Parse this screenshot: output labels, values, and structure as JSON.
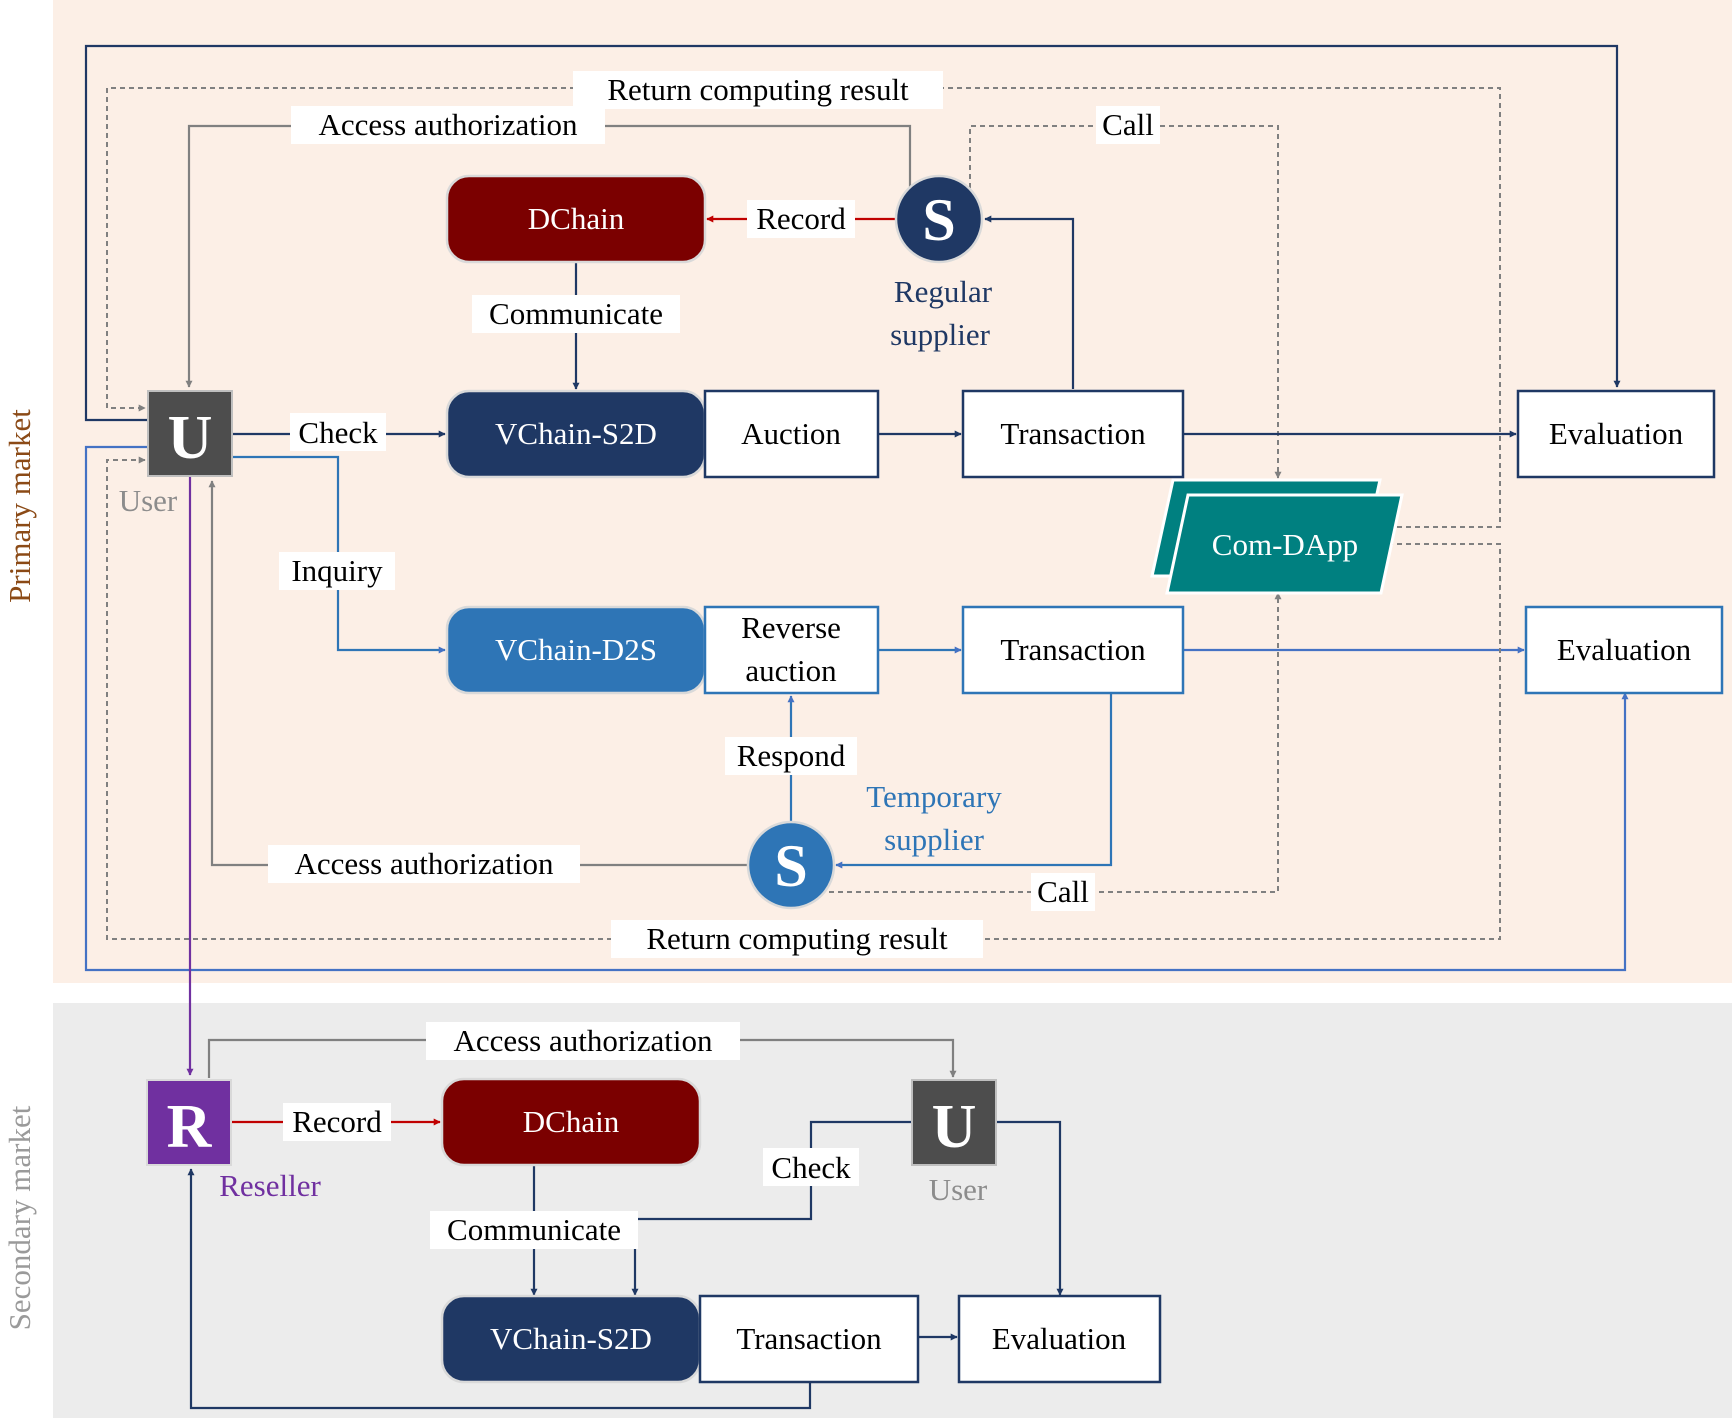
{
  "sections": {
    "primary": {
      "label": "Primary market",
      "bg": "#fcefe6",
      "label_color": "#8b4a16"
    },
    "secondary": {
      "label": "Secondary market",
      "bg": "#ececec",
      "label_color": "#9a9a9a"
    }
  },
  "colors": {
    "navy": "#1f3864",
    "blue": "#2e75b6",
    "gray": "#7f7f7f",
    "red": "#c00000",
    "purple": "#7030a0",
    "dchain": "#7b0000",
    "teal": "#008080",
    "dark_gray": "#4d4d4d"
  },
  "nodes": {
    "user_primary": {
      "letter": "U",
      "caption": "User"
    },
    "reseller": {
      "letter": "R",
      "caption": "Reseller"
    },
    "user_secondary": {
      "letter": "U",
      "caption": "User"
    },
    "regular_supplier": {
      "letter": "S",
      "caption_line1": "Regular",
      "caption_line2": "supplier"
    },
    "temporary_supplier": {
      "letter": "S",
      "caption_line1": "Temporary",
      "caption_line2": "supplier"
    },
    "dchain_primary": "DChain",
    "dchain_secondary": "DChain",
    "vchain_s2d_primary": "VChain-S2D",
    "vchain_d2s": "VChain-D2S",
    "vchain_s2d_secondary": "VChain-S2D",
    "auction": "Auction",
    "reverse_auction_line1": "Reverse",
    "reverse_auction_line2": "auction",
    "transaction_1": "Transaction",
    "transaction_2": "Transaction",
    "transaction_3": "Transaction",
    "evaluation_1": "Evaluation",
    "evaluation_2": "Evaluation",
    "evaluation_3": "Evaluation",
    "com_dapp": "Com-DApp"
  },
  "edge_labels": {
    "return_result_top": "Return computing result",
    "access_auth_top": "Access authorization",
    "call_top": "Call",
    "record_primary": "Record",
    "communicate_primary": "Communicate",
    "check_primary": "Check",
    "inquiry": "Inquiry",
    "respond": "Respond",
    "access_auth_bottom": "Access authorization",
    "call_bottom": "Call",
    "return_result_bottom": "Return computing result",
    "access_auth_secondary": "Access authorization",
    "record_secondary": "Record",
    "check_secondary": "Check",
    "communicate_secondary": "Communicate"
  }
}
